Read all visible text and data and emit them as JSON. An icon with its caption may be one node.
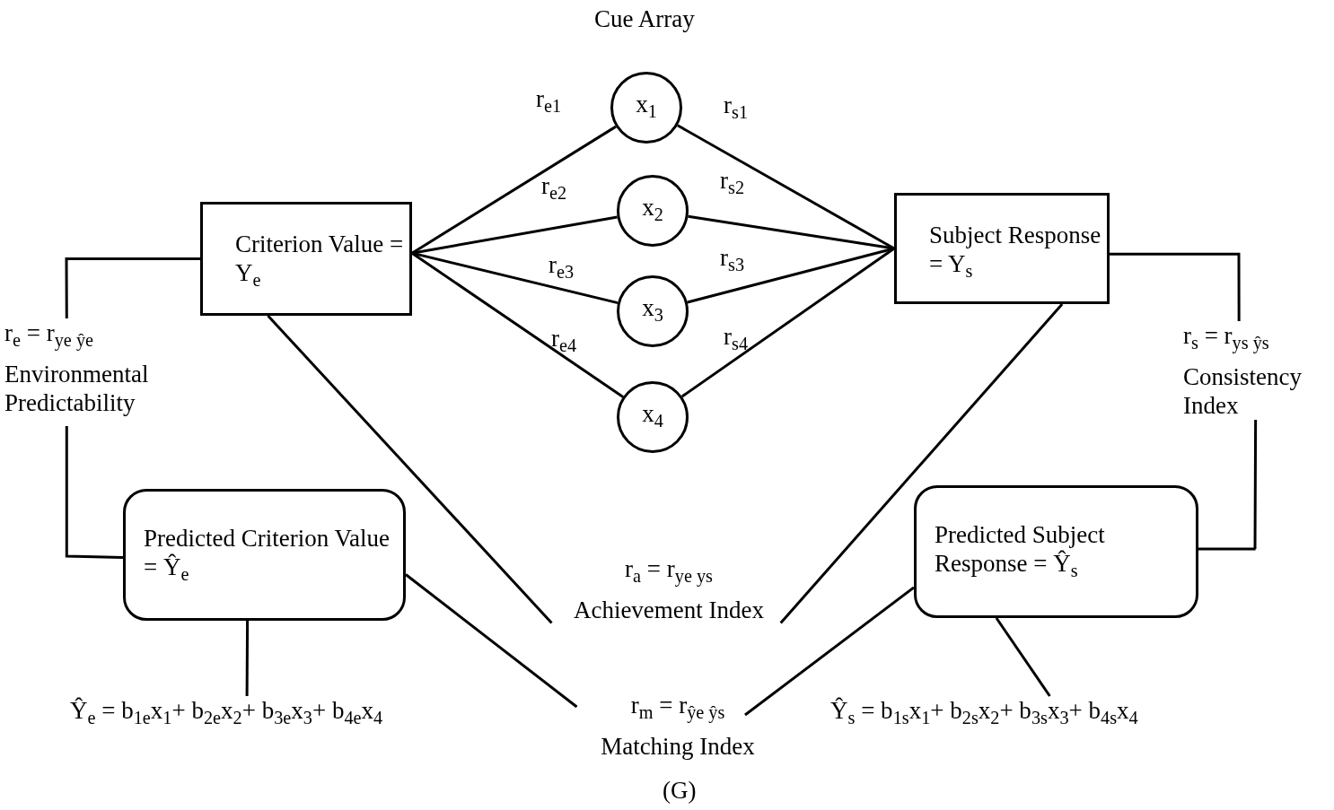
{
  "diagram": {
    "title": "Cue Array",
    "caption": "(G)",
    "nodes": [
      {
        "text": [
          "Criterion Value = Y$_{e}$"
        ]
      },
      {
        "text": [
          "x$_{1}$"
        ]
      },
      {
        "text": [
          "x$_{2}$"
        ]
      },
      {
        "text": [
          "x$_{3}$"
        ]
      },
      {
        "text": [
          "x$_{4}$"
        ]
      },
      {
        "text": [
          "Subject Response = Y$_{s}$"
        ]
      },
      {
        "text": [
          "Predicted Criterion Value = Ŷ$_{e}$"
        ]
      },
      {
        "text": [
          "Predicted Subject Response = Ŷ$_{s}$"
        ]
      },
      {
        "text": [
          "r$_{a}$ = r$_{ye ys}$",
          "Achievement Index"
        ]
      },
      {
        "text": [
          "r$_{m}$ = r$_{ŷe ŷs}$",
          "Matching Index"
        ]
      },
      {
        "text": [
          "r$_{e}$ = r$_{ye ŷe}$",
          "Environmental Predictability"
        ]
      },
      {
        "text": [
          "r$_{s}$ = r$_{ys ŷs}$",
          "Consistency Index"
        ]
      },
      {
        "text": [
          "Ŷ$_{e}$ = b$_{1e}$x$_{1}$+ b$_{2e}$x$_{2}$+ b$_{3e}$x$_{3}$+ b$_{4e}$x$_{4}$"
        ]
      },
      {
        "text": [
          "Ŷ$_{s}$ = b$_{1s}$x$_{1}$+ b$_{2s}$x$_{2}$+ b$_{3s}$x$_{3}$+ b$_{4s}$x$_{4}$"
        ]
      }
    ],
    "edges": [
      {
        "from": 0,
        "to": 1,
        "arrow": "none",
        "label": "r$_{e1}$"
      },
      {
        "from": 0,
        "to": 2,
        "arrow": "none",
        "label": "r$_{e2}$"
      },
      {
        "from": 0,
        "to": 3,
        "arrow": "none",
        "label": "r$_{e3}$"
      },
      {
        "from": 0,
        "to": 4,
        "arrow": "none",
        "label": "r$_{e4}$"
      },
      {
        "from": 1,
        "to": 5,
        "arrow": "none",
        "label": "r$_{s1}$"
      },
      {
        "from": 2,
        "to": 5,
        "arrow": "none",
        "label": "r$_{s2}$"
      },
      {
        "from": 3,
        "to": 5,
        "arrow": "none",
        "label": "r$_{s3}$"
      },
      {
        "from": 4,
        "to": 5,
        "arrow": "none",
        "label": "r$_{s4}$"
      },
      {
        "from": 0,
        "to": 8,
        "arrow": "none"
      },
      {
        "from": 5,
        "to": 8,
        "arrow": "none"
      },
      {
        "from": 6,
        "to": 9,
        "arrow": "none"
      },
      {
        "from": 7,
        "to": 9,
        "arrow": "none"
      },
      {
        "from": 0,
        "to": 10,
        "arrow": "none"
      },
      {
        "from": 10,
        "to": 6,
        "arrow": "none"
      },
      {
        "from": 5,
        "to": 11,
        "arrow": "none"
      },
      {
        "from": 11,
        "to": 7,
        "arrow": "none"
      },
      {
        "from": 6,
        "to": 12,
        "arrow": "none"
      },
      {
        "from": 7,
        "to": 13,
        "arrow": "none"
      }
    ]
  }
}
